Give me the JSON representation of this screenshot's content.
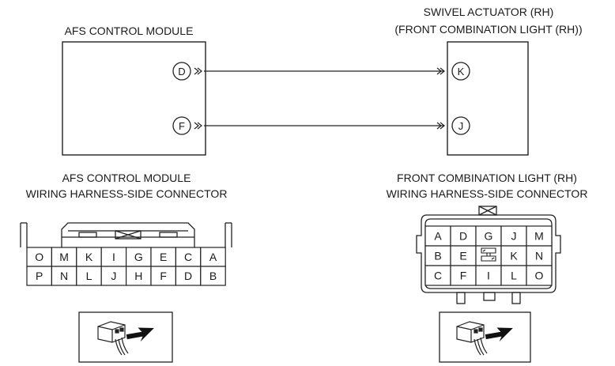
{
  "top": {
    "afs_module": {
      "title": "AFS CONTROL MODULE",
      "pin_d": "D",
      "pin_f": "F"
    },
    "actuator": {
      "title_line1": "SWIVEL ACTUATOR (RH)",
      "title_line2": "(FRONT COMBINATION LIGHT (RH))",
      "pin_k": "K",
      "pin_j": "J"
    }
  },
  "left_connector": {
    "title_line1": "AFS CONTROL MODULE",
    "title_line2": "WIRING HARNESS-SIDE CONNECTOR",
    "row1": [
      "O",
      "M",
      "K",
      "I",
      "G",
      "E",
      "C",
      "A"
    ],
    "row2": [
      "P",
      "N",
      "L",
      "J",
      "H",
      "F",
      "D",
      "B"
    ]
  },
  "right_connector": {
    "title_line1": "FRONT COMBINATION LIGHT (RH)",
    "title_line2": "WIRING HARNESS-SIDE CONNECTOR",
    "row1": [
      "A",
      "D",
      "G",
      "J",
      "M"
    ],
    "row2": [
      "B",
      "E",
      "",
      "K",
      "N"
    ],
    "row3": [
      "C",
      "F",
      "I",
      "L",
      "O"
    ]
  },
  "icons": [
    "connector-plug-icon",
    "insert-arrow-icon",
    "lock-tab-icon",
    "blank-terminal-icon"
  ]
}
